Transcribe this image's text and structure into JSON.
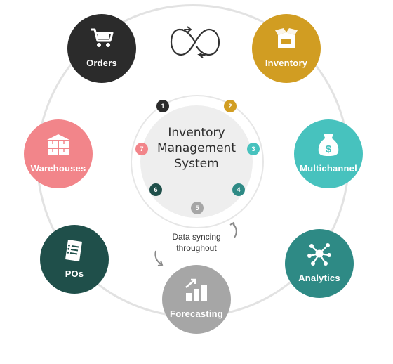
{
  "center": {
    "title_lines": [
      "Inventory",
      "Management",
      "System"
    ]
  },
  "steps": [
    "1",
    "2",
    "3",
    "4",
    "5",
    "6",
    "7"
  ],
  "nodes": [
    {
      "label": "Orders",
      "icon": "cart-icon",
      "color": "#2b2b2b"
    },
    {
      "label": "Inventory",
      "icon": "box-icon",
      "color": "#d19d22"
    },
    {
      "label": "Multichannel",
      "icon": "money-bag-icon",
      "color": "#47c2be"
    },
    {
      "label": "Analytics",
      "icon": "network-icon",
      "color": "#2e8a85"
    },
    {
      "label": "Forecasting",
      "icon": "chart-icon",
      "color": "#a6a6a6"
    },
    {
      "label": "POs",
      "icon": "document-icon",
      "color": "#1f4f4a"
    },
    {
      "label": "Warehouses",
      "icon": "warehouse-boxes-icon",
      "color": "#f2858a"
    }
  ],
  "caption": {
    "lines": [
      "Data syncing",
      "throughout"
    ]
  }
}
